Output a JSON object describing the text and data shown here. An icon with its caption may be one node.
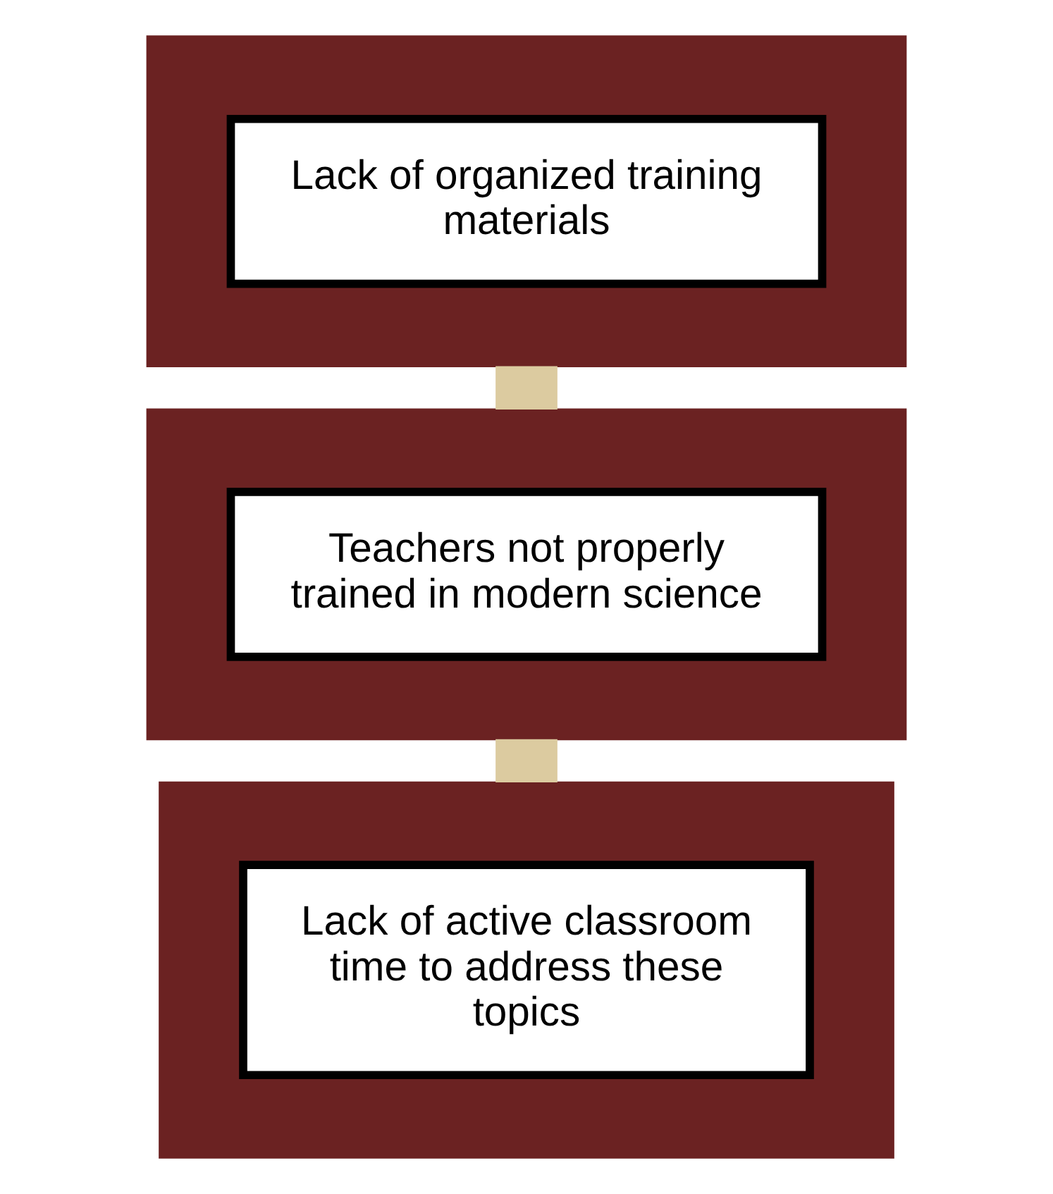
{
  "diagram": {
    "nodes": [
      {
        "text": [],
        "shape": "box"
      },
      {
        "text": [
          "Lack of organized training materials"
        ],
        "in": 0
      },
      {
        "text": [],
        "shape": "box"
      },
      {
        "text": [
          "Teachers not properly trained in modern science"
        ],
        "in": 2
      },
      {
        "text": [],
        "shape": "box"
      },
      {
        "text": [
          "Lack of active classroom time to address these topics"
        ],
        "in": 4
      }
    ],
    "edges": [
      {
        "from": 0,
        "to": 2,
        "arrow": "none"
      },
      {
        "from": 2,
        "to": 4,
        "arrow": "none"
      }
    ]
  }
}
